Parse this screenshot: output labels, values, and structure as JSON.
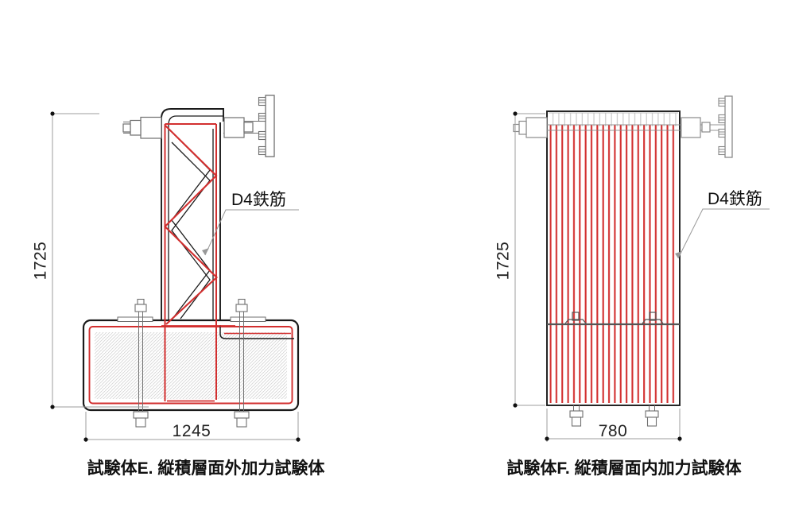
{
  "drawing": {
    "title": "rebar test specimen drawings",
    "colors": {
      "rebar_red": "#d22f2f",
      "outline_black": "#1a1a1a",
      "hardware_gray": "#6f6f6f",
      "dimension_gray": "#9d9d9d",
      "hatch_gray": "#d6d6d6"
    },
    "specimen_e": {
      "caption": "試験体E. 縦積層面外加力試験体",
      "height_dim": "1725",
      "width_dim": "1245",
      "rebar_label": "D4鉄筋"
    },
    "specimen_f": {
      "caption": "試験体F. 縦積層面内加力試験体",
      "height_dim": "1725",
      "width_dim": "780",
      "rebar_label": "D4鉄筋"
    }
  }
}
